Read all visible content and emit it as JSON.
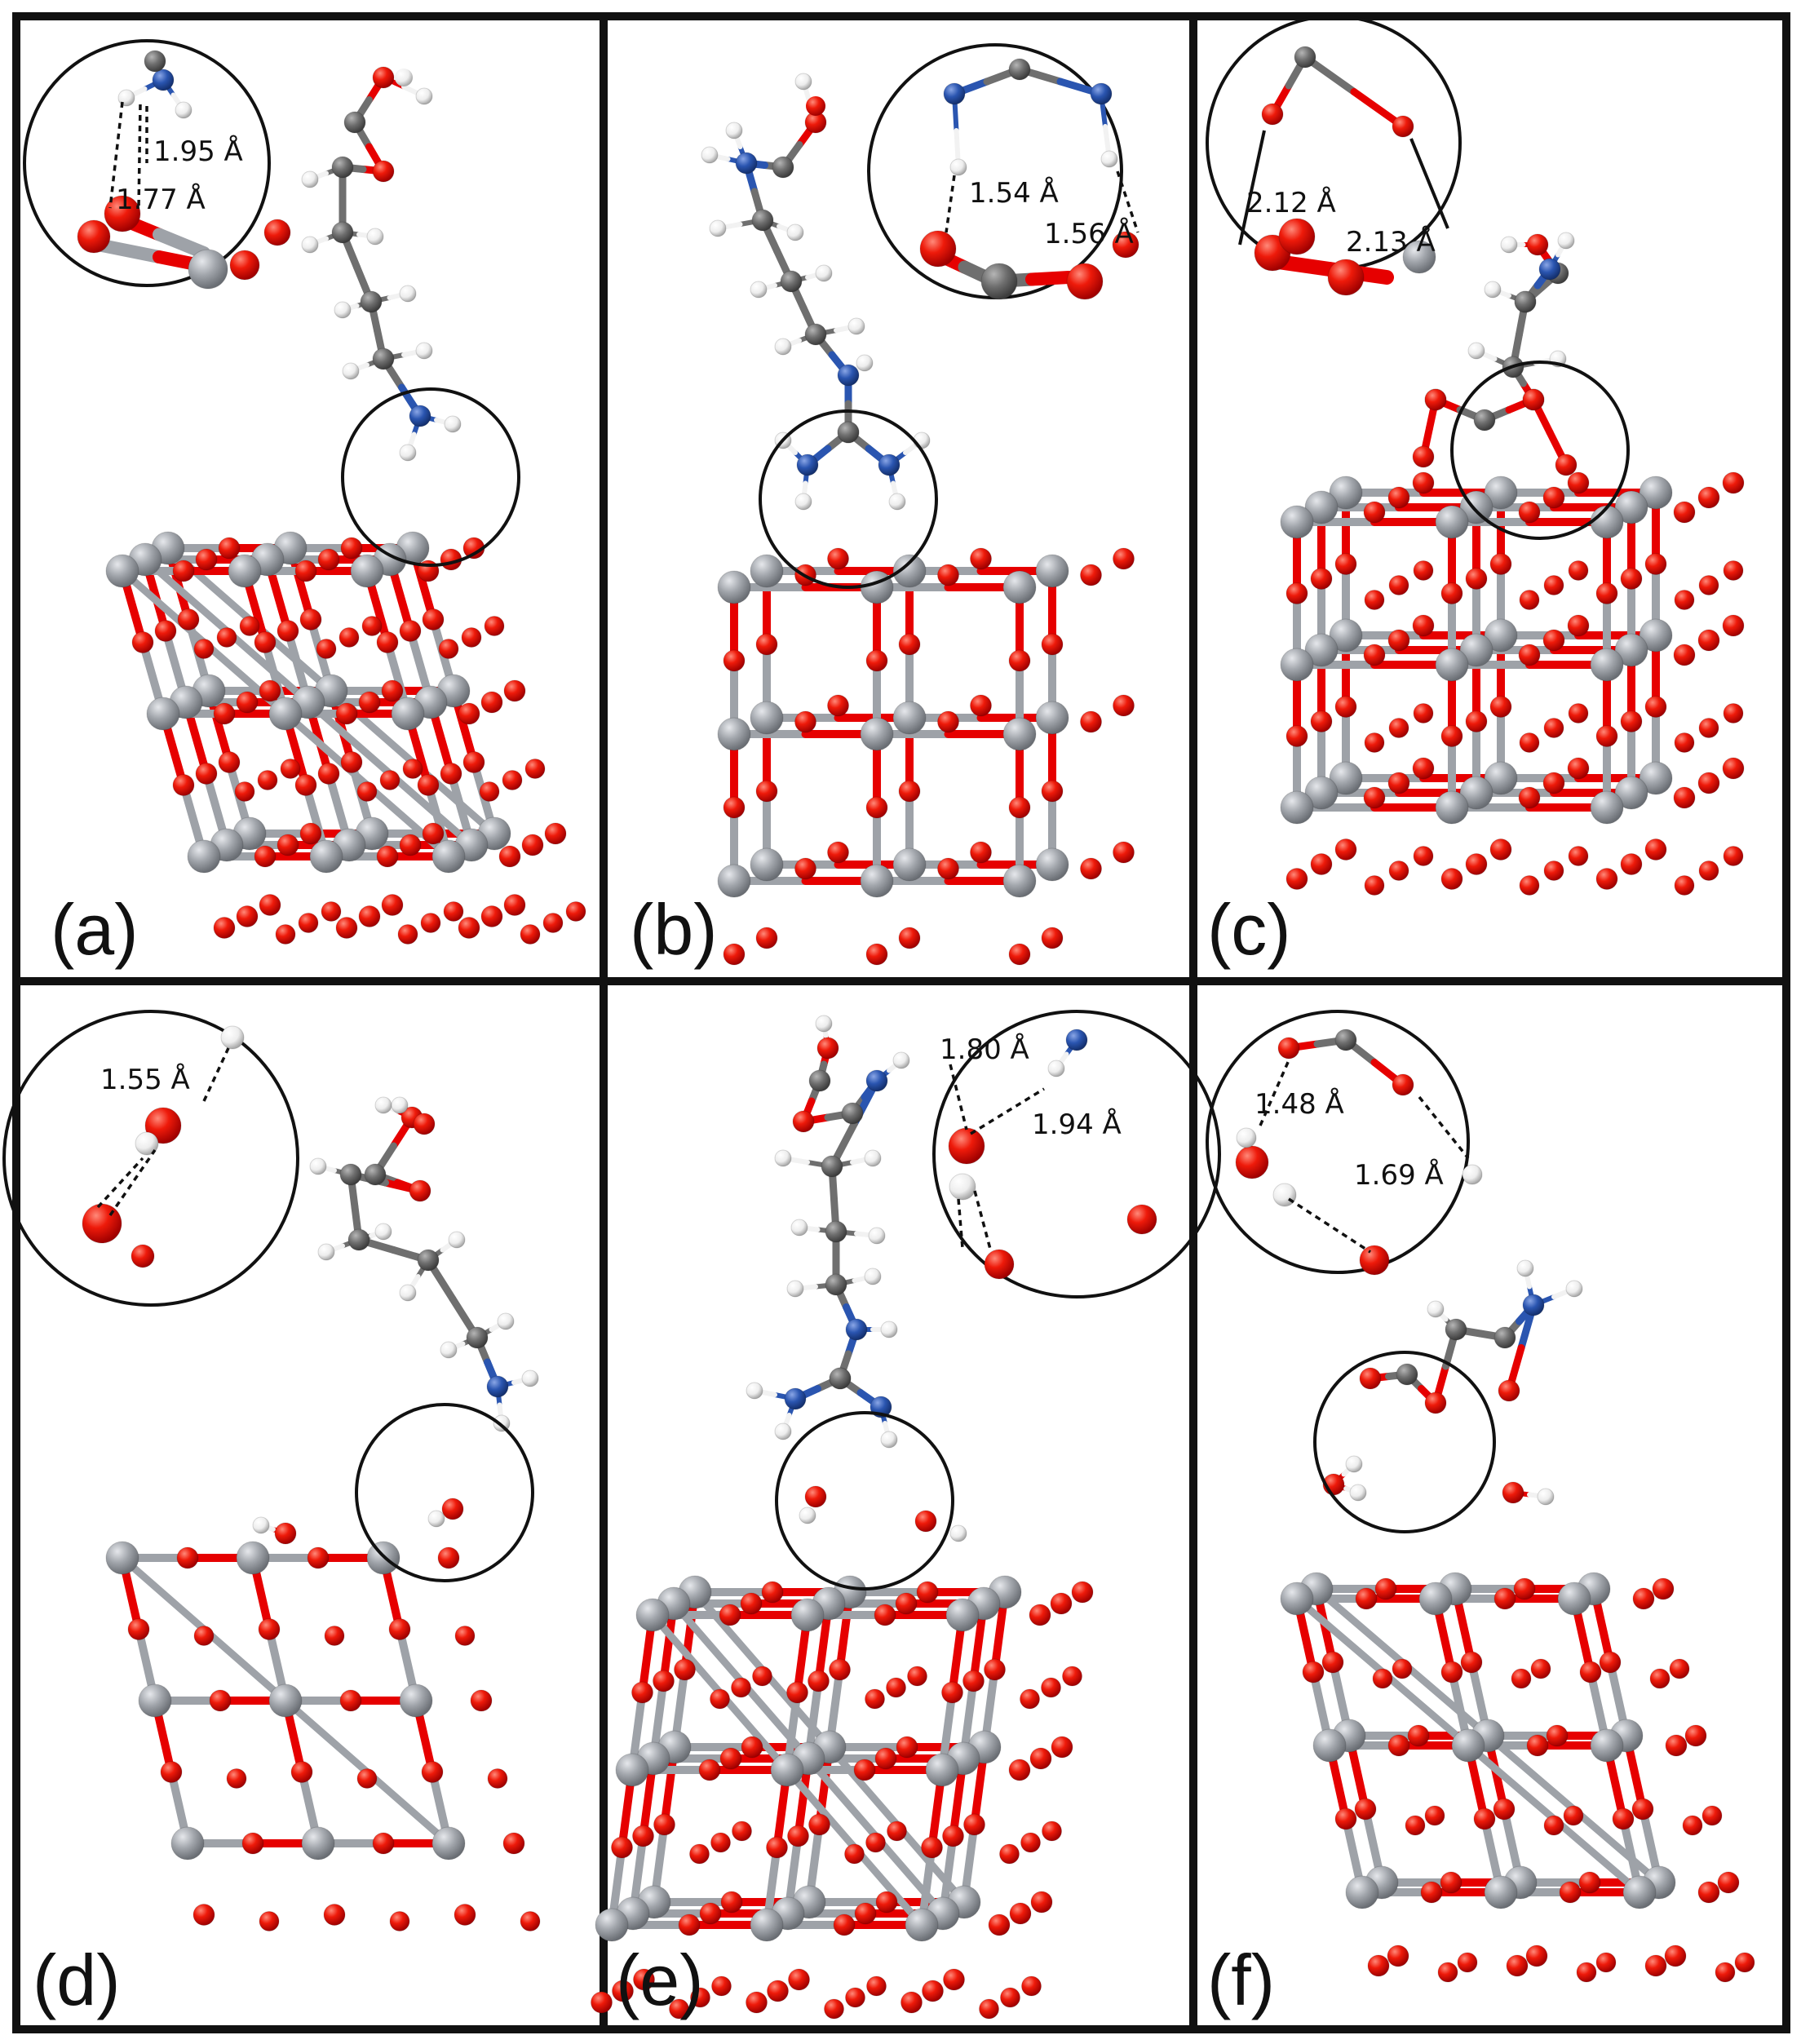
{
  "figure": {
    "panels": [
      {
        "id": "a",
        "label": "(a)",
        "distances": [
          "1.95 Å",
          "1.77 Å"
        ]
      },
      {
        "id": "b",
        "label": "(b)",
        "distances": [
          "1.54 Å",
          "1.56 Å"
        ]
      },
      {
        "id": "c",
        "label": "(c)",
        "distances": [
          "2.12 Å",
          "2.13 Å"
        ]
      },
      {
        "id": "d",
        "label": "(d)",
        "distances": [
          "1.55 Å"
        ]
      },
      {
        "id": "e",
        "label": "(e)",
        "distances": [
          "1.80 Å",
          "1.94 Å"
        ]
      },
      {
        "id": "f",
        "label": "(f)",
        "distances": [
          "1.48 Å",
          "1.69 Å"
        ]
      }
    ],
    "colors": {
      "oxygen": "#e60000",
      "metal": "#9ea2a8",
      "carbon": "#6f6f6f",
      "nitrogen": "#2a55b0",
      "hydrogen": "#f2f2f2",
      "frame": "#111111"
    }
  }
}
